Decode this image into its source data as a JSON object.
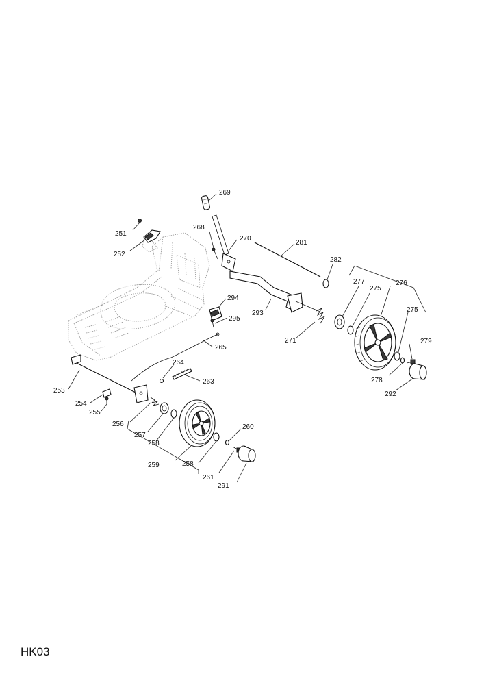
{
  "diagram": {
    "code": "HK03",
    "parts": [
      {
        "id": "p269",
        "label": "269"
      },
      {
        "id": "p268",
        "label": "268"
      },
      {
        "id": "p270",
        "label": "270"
      },
      {
        "id": "p281",
        "label": "281"
      },
      {
        "id": "p282",
        "label": "282"
      },
      {
        "id": "p251",
        "label": "251"
      },
      {
        "id": "p252",
        "label": "252"
      },
      {
        "id": "p277",
        "label": "277"
      },
      {
        "id": "p276",
        "label": "276"
      },
      {
        "id": "p275a",
        "label": "275"
      },
      {
        "id": "p275b",
        "label": "275"
      },
      {
        "id": "p294",
        "label": "294"
      },
      {
        "id": "p295",
        "label": "295"
      },
      {
        "id": "p293",
        "label": "293"
      },
      {
        "id": "p271",
        "label": "271"
      },
      {
        "id": "p265",
        "label": "265"
      },
      {
        "id": "p279",
        "label": "279"
      },
      {
        "id": "p264",
        "label": "264"
      },
      {
        "id": "p263",
        "label": "263"
      },
      {
        "id": "p278",
        "label": "278"
      },
      {
        "id": "p292",
        "label": "292"
      },
      {
        "id": "p253",
        "label": "253"
      },
      {
        "id": "p254",
        "label": "254"
      },
      {
        "id": "p255",
        "label": "255"
      },
      {
        "id": "p256",
        "label": "256"
      },
      {
        "id": "p257",
        "label": "257"
      },
      {
        "id": "p258a",
        "label": "258"
      },
      {
        "id": "p260",
        "label": "260"
      },
      {
        "id": "p259",
        "label": "259"
      },
      {
        "id": "p258b",
        "label": "258"
      },
      {
        "id": "p261",
        "label": "261"
      },
      {
        "id": "p291",
        "label": "291"
      }
    ]
  }
}
